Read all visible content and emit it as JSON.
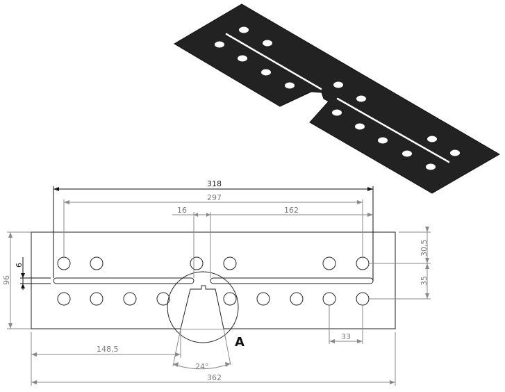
{
  "colors": {
    "part_fill": "#222222",
    "dimension_gray": "#8a8a8a",
    "outline": "#222222"
  },
  "detail_label": "A",
  "dimensions": {
    "overall_length": "362",
    "slot_span": "318",
    "hole_span": "297",
    "gap": "16",
    "right_span": "162",
    "height": "96",
    "slot_width": "6",
    "cut_offset": "148,5",
    "cut_angle": "24°",
    "top_to_hole": "30,5",
    "row_spacing": "35",
    "hole_pitch": "33"
  }
}
